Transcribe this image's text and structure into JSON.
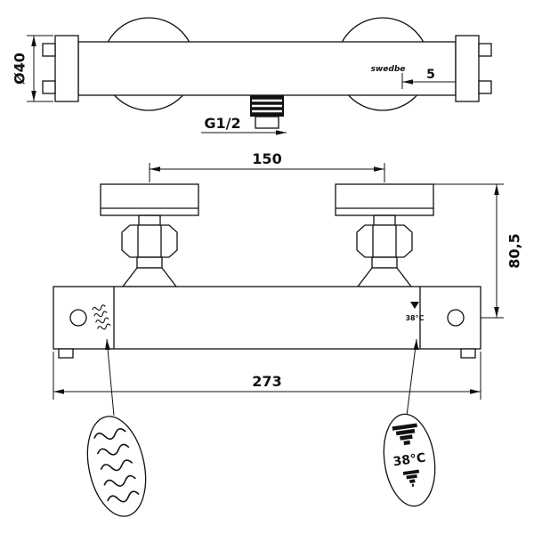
{
  "drawing": {
    "brand_label": "swedbe",
    "top_view": {
      "diameter_label": "Ø40",
      "offset_label": "5",
      "thread_label": "G1/2"
    },
    "front_view": {
      "center_distance_label": "150",
      "height_label": "80,5",
      "total_width_label": "273",
      "temp_marker_label": "38°C"
    },
    "callouts": {
      "temperature_label": "38°C"
    },
    "colors": {
      "line": "#111111",
      "background": "#ffffff"
    }
  }
}
